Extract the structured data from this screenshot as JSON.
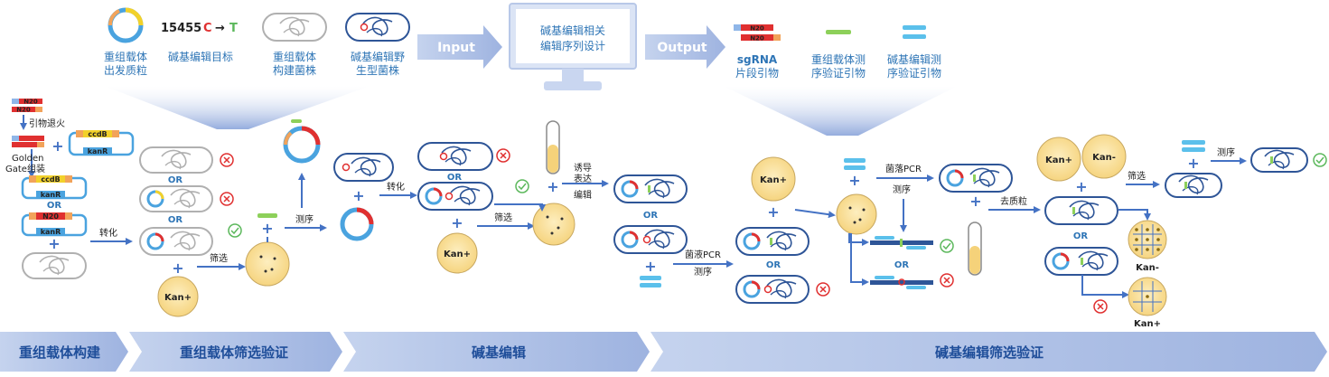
{
  "inputs": {
    "plasmid_label": "重组载体出发质粒",
    "target_pos": "15455",
    "target_from": "C",
    "target_arrow": "→",
    "target_to": "T",
    "target_label": "碱基编辑目标",
    "strain1_label": "重组载体构建菌株",
    "strain2_label": "碱基编辑野生型菌株"
  },
  "flow": {
    "input_label": "Input",
    "computer_text_line1": "碱基编辑相关",
    "computer_text_line2": "编辑序列设计",
    "output_label": "Output"
  },
  "outputs": {
    "sgrna_label_line1": "sgRNA",
    "sgrna_label_line2": "片段引物",
    "vec_primer_line1": "重组载体测",
    "vec_primer_line2": "序验证引物",
    "edit_primer_line1": "碱基编辑测",
    "edit_primer_line2": "序验证引物"
  },
  "construction": {
    "n20": "N20",
    "anneal": "引物退火",
    "golden1": "Golden",
    "golden2": "Gate组装",
    "ccdb": "ccdB",
    "kanr": "kanR",
    "or": "OR",
    "transform": "转化"
  },
  "screening": {
    "or": "OR",
    "screen": "筛选",
    "kan_plus": "Kan+",
    "sequence": "测序"
  },
  "editing": {
    "transform": "转化",
    "or": "OR",
    "screen": "筛选",
    "kan_plus": "Kan+",
    "induce1": "诱导",
    "induce2": "表达",
    "edit": "编辑",
    "or2": "OR",
    "colony_pcr": "菌液PCR",
    "sequence": "测序"
  },
  "verification": {
    "kan_plus": "Kan+",
    "kan_minus": "Kan-",
    "or": "OR",
    "colony_pcr": "菌落PCR",
    "sequence": "测序",
    "or2": "OR",
    "cure": "去质粒",
    "screen": "筛选",
    "sequence2": "测序",
    "plate_minus": "Kan-",
    "plate_plus": "Kan+",
    "or3": "OR"
  },
  "stages": [
    "重组载体构建",
    "重组载体筛选验证",
    "碱基编辑",
    "碱基编辑筛选验证"
  ],
  "colors": {
    "accent_blue": "#2e75b6",
    "arrow_blue": "#4472c4",
    "stage_blue": "#a9bde3",
    "plate_fill": "#f9e29c",
    "check_green": "#5cb85c",
    "cross_red": "#e03030"
  }
}
